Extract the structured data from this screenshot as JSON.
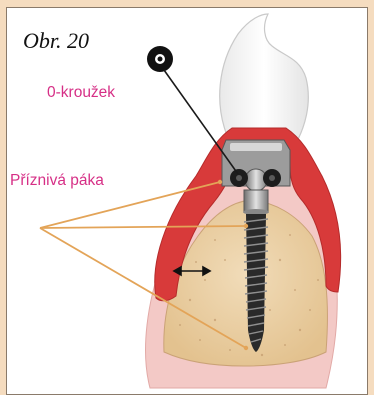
{
  "figure": {
    "title": "Obr. 20"
  },
  "labels": {
    "o_ring": "0-kroužek",
    "lever": "Příznivá páka"
  },
  "colors": {
    "frame_bg": "#f5dcbf",
    "label_pink": "#d62f86",
    "leader_orange": "#e3a458",
    "gum_red": "#dc3a3a",
    "soft_tissue": "#f2c4c4",
    "bone": "#ecd0a8"
  },
  "icons": [
    "o-ring-symbol-icon",
    "double-arrow-icon"
  ]
}
